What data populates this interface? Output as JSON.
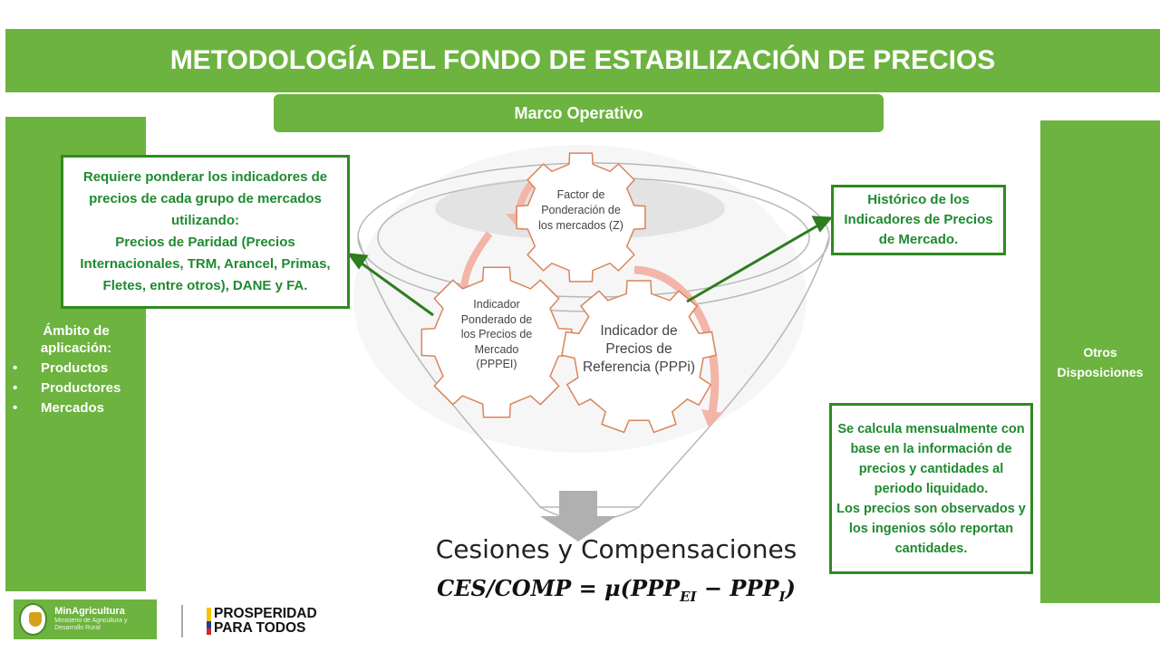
{
  "header": {
    "title": "METODOLOGÍA DEL FONDO DE ESTABILIZACIÓN DE PRECIOS",
    "subtitle": "Marco Operativo"
  },
  "left_panel": {
    "heading": "Ámbito de aplicación:",
    "items": [
      "Productos",
      "Productores",
      "Mercados"
    ]
  },
  "right_panel": {
    "label": "Otros Disposiciones"
  },
  "callouts": {
    "left_box": {
      "line1": "Requiere ponderar los indicadores de precios de cada grupo de mercados utilizando:",
      "line2": "Precios de Paridad (Precios Internacionales, TRM, Arancel, Primas, Fletes, entre otros), DANE y FA."
    },
    "right_top_box": "Histórico de los Indicadores de Precios de Mercado.",
    "right_bottom_box": {
      "line1": "Se calcula mensualmente con base en la información de precios y cantidades al periodo liquidado.",
      "line2": "Los precios son observados y los ingenios sólo reportan cantidades."
    }
  },
  "gears": {
    "top": "Factor de Ponderación de los mercados (Z)",
    "left": "Indicador Ponderado de los Precios de Mercado (PPPEI)",
    "right": "Indicador de Precios de Referencia (PPPi)"
  },
  "result": {
    "title": "Cesiones y Compensaciones",
    "formula_lhs": "CES/COMP = μ(PPP",
    "sub1": "EI",
    "formula_mid": " − PPP",
    "sub2": "I",
    "formula_end": ")"
  },
  "footer": {
    "logo1_name": "MinAgricultura",
    "logo1_sub": "Ministerio de Agricultura y Desarrollo Rural",
    "logo2_line1": "PROSPERIDAD",
    "logo2_line2": "PARA TODOS"
  },
  "colors": {
    "accent_green": "#6db33f",
    "box_border": "#2e8b1f",
    "box_text": "#1f8a2f",
    "gear_stroke": "#d9845a",
    "arrow_pink": "#f2b5a8"
  }
}
